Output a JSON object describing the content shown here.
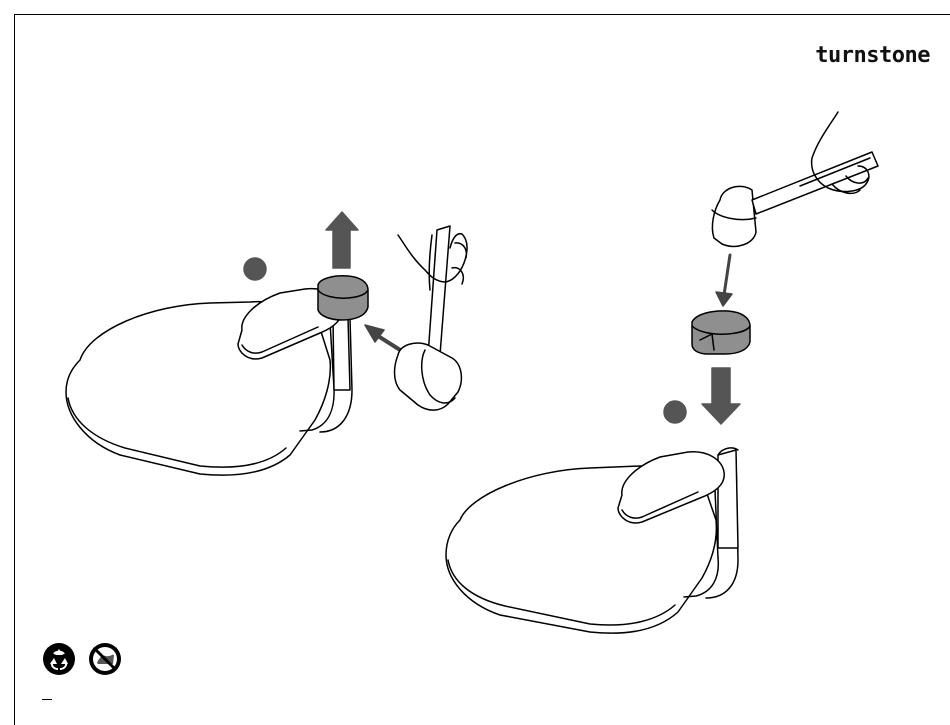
{
  "header": {
    "brand": "turnstone"
  },
  "steps": [
    {
      "id": "step-remove",
      "action": "remove-cap",
      "tool": "mallet-icon"
    },
    {
      "id": "step-install",
      "action": "install-cap",
      "tool": "mallet-icon"
    }
  ],
  "footer": {
    "icons": [
      "recycle-icon",
      "no-landfill-icon"
    ]
  },
  "colors": {
    "line": "#000000",
    "arrow": "#555555",
    "cap": "#8f8f8f",
    "background": "#ffffff"
  }
}
